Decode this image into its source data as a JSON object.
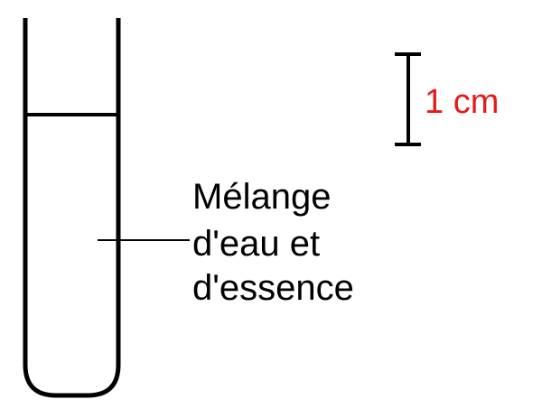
{
  "diagram": {
    "label_lines": [
      "Mélange",
      "d'eau et",
      "d'essence"
    ],
    "scale_label": "1 cm",
    "colors": {
      "stroke": "#000000",
      "scale_text": "#e8191a",
      "label_text": "#000000"
    }
  }
}
